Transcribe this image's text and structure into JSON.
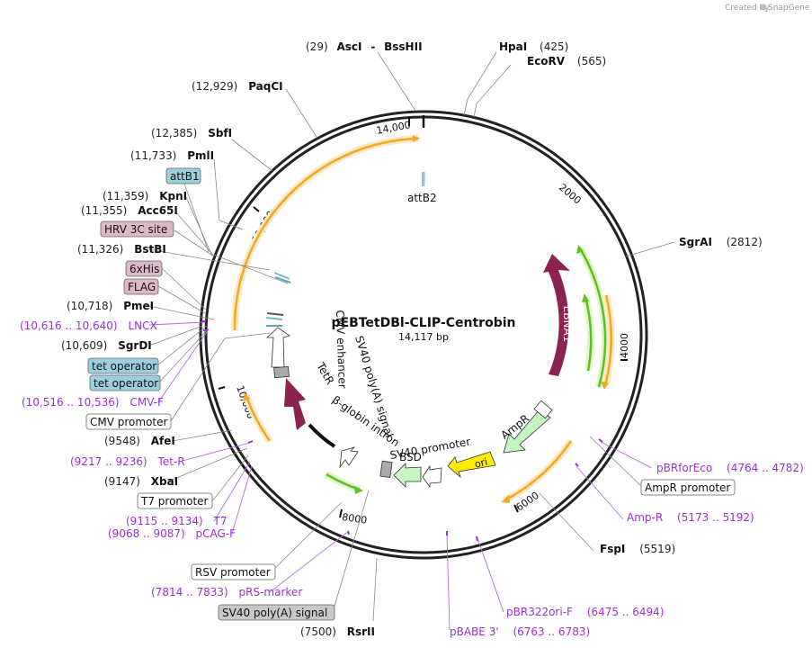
{
  "credit": {
    "prefix": "Created by",
    "brand": "SnapGene"
  },
  "plasmid": {
    "name": "pEBTetDBl-CLIP-Centrobin",
    "length": "14,117 bp"
  },
  "ticks": {
    "t2000": "2000",
    "t4000": "4000",
    "t6000": "6000",
    "t8000": "8000",
    "t10000": "10,000",
    "t12000": "12,000",
    "t14000": "14,000"
  },
  "features": {
    "ebna1": "EBNA1",
    "ampr": "AmpR",
    "ori": "ori",
    "bsd": "BSD",
    "sv40_promoter": "SV40 promoter",
    "beta_globin": "β-globin intron",
    "tetr": "TetR",
    "sv40_polya": "SV40 poly(A) signal",
    "cmv_enhancer": "CMV enhancer",
    "attb2": "attB2"
  },
  "labels": {
    "ascI": {
      "pos": "(29)",
      "name": "AscI",
      "sep": "-",
      "name2": "BssHII"
    },
    "hpaI": {
      "name": "HpaI",
      "pos": "(425)"
    },
    "ecoRV": {
      "name": "EcoRV",
      "pos": "(565)"
    },
    "paqCI": {
      "pos": "(12,929)",
      "name": "PaqCI"
    },
    "sbfI": {
      "pos": "(12,385)",
      "name": "SbfI"
    },
    "pmlI": {
      "pos": "(11,733)",
      "name": "PmlI"
    },
    "attB1": "attB1",
    "kpnI": {
      "pos": "(11,359)",
      "name": "KpnI"
    },
    "acc65I": {
      "pos": "(11,355)",
      "name": "Acc65I"
    },
    "hrv3c": "HRV 3C site",
    "bstBI": {
      "pos": "(11,326)",
      "name": "BstBI"
    },
    "his6": "6xHis",
    "flag": "FLAG",
    "pmeI": {
      "pos": "(10,718)",
      "name": "PmeI"
    },
    "lncx": {
      "pos": "(10,616 .. 10,640)",
      "name": "LNCX"
    },
    "sgrDI": {
      "pos": "(10,609)",
      "name": "SgrDI"
    },
    "tetop1": "tet operator",
    "tetop2": "tet operator",
    "cmvF": {
      "pos": "(10,516 .. 10,536)",
      "name": "CMV-F"
    },
    "cmvPromoter": "CMV promoter",
    "afeI": {
      "pos": "(9548)",
      "name": "AfeI"
    },
    "tetR": {
      "pos": "(9217 .. 9236)",
      "name": "Tet-R"
    },
    "xbaI": {
      "pos": "(9147)",
      "name": "XbaI"
    },
    "t7promoter": "T7 promoter",
    "t7": {
      "pos": "(9115 .. 9134)",
      "name": "T7"
    },
    "pcagF": {
      "pos": "(9068 .. 9087)",
      "name": "pCAG-F"
    },
    "rsvPromoter": "RSV promoter",
    "prsMarker": {
      "pos": "(7814 .. 7833)",
      "name": "pRS-marker"
    },
    "sv40polyA": "SV40 poly(A) signal",
    "rsrII": {
      "pos": "(7500)",
      "name": "RsrII"
    },
    "pbabe3": {
      "name": "pBABE 3'",
      "pos": "(6763 .. 6783)"
    },
    "pbr322ori": {
      "name": "pBR322ori-F",
      "pos": "(6475 .. 6494)"
    },
    "fspI": {
      "name": "FspI",
      "pos": "(5519)"
    },
    "ampR": {
      "name": "Amp-R",
      "pos": "(5173 .. 5192)"
    },
    "ampRPromoter": "AmpR promoter",
    "pbrforEco": {
      "name": "pBRforEco",
      "pos": "(4764 .. 4782)"
    },
    "sgrAI": {
      "name": "SgrAI",
      "pos": "(2812)"
    }
  },
  "colors": {
    "backbone": "#222222",
    "orange": "#f5a623",
    "orange_glow": "#fde9c4",
    "green": "#58c21e",
    "green_glow": "#dff4c8",
    "maroon": "#8b2252",
    "light_green": "#c5f5c0",
    "yellow": "#ffee00",
    "primer": "#9b30d9",
    "blue_box": "#9ccfdd",
    "pink_box": "#dcb8c8",
    "grey_box": "#c8c8c8"
  }
}
